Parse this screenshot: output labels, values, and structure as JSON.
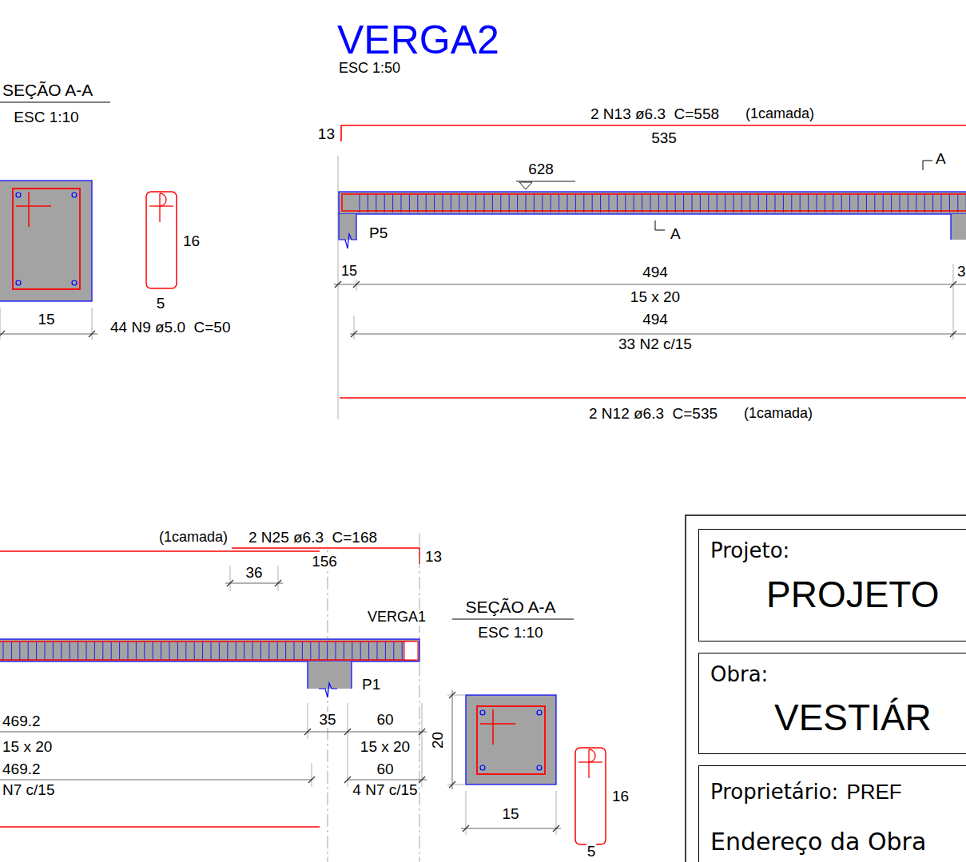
{
  "diagram": {
    "title": "VERGA2",
    "nodes": [
      {
        "text": [
          "Projeto:",
          "PROJETO"
        ]
      },
      {
        "text": [
          "Obra:",
          "VESTIÁR"
        ]
      },
      {
        "text": [
          "Proprietário:",
          "PREF",
          "Endereço da Obra"
        ]
      }
    ],
    "labels": [
      "ESC 1:50",
      "SEÇÃO A-A",
      "ESC 1:10",
      "15",
      "16",
      "5",
      "44 N9 ø5.0  C=50",
      "2 N13 ø6.3  C=558",
      "(1camada)",
      "13",
      "535",
      "628",
      "A",
      "P5",
      "A",
      "15",
      "494",
      "15 x 20",
      "494",
      "33 N2 c/15",
      "3",
      "2 N12 ø6.3  C=535",
      "(1camada)",
      "(1camada)",
      "2 N25 ø6.3  C=168",
      "156",
      "13",
      "36",
      "VERGA1",
      "SEÇÃO A-A",
      "ESC 1:10",
      "P1",
      "469.2",
      "35",
      "60",
      "15 x 20",
      "15 x 20",
      "469.2",
      "60",
      "N7 c/15",
      "4 N7 c/15",
      "20",
      "16",
      "15",
      "5"
    ]
  }
}
